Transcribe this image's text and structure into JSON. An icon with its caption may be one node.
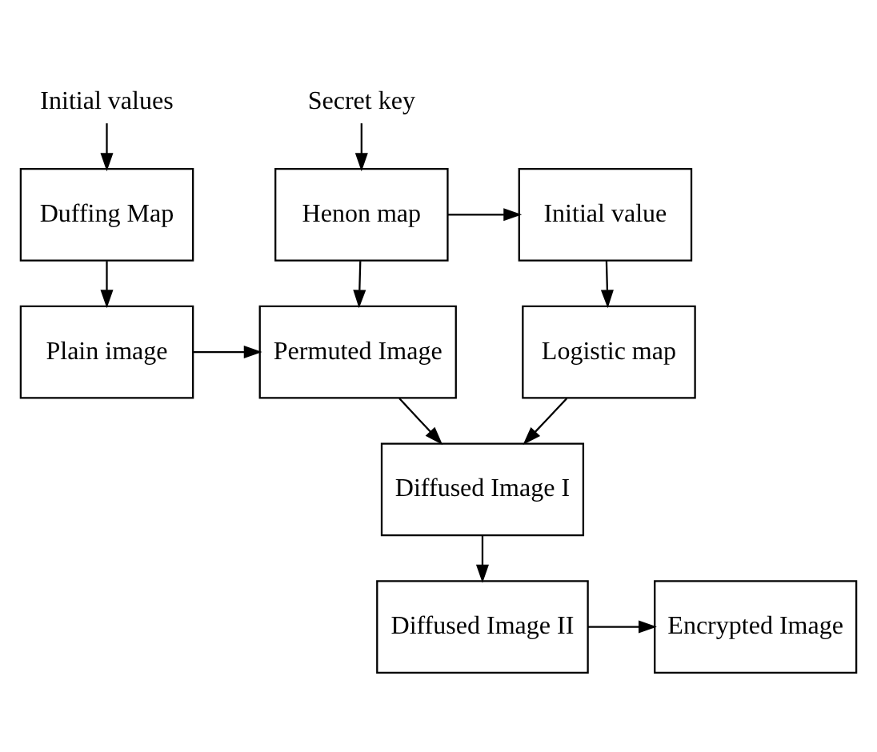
{
  "diagram": {
    "nodes": [
      {
        "text": [
          "Initial values"
        ]
      },
      {
        "text": [
          "Duffing Map"
        ]
      },
      {
        "text": [
          "Plain image"
        ]
      },
      {
        "text": [
          "Secret key"
        ]
      },
      {
        "text": [
          "Henon map"
        ]
      },
      {
        "text": [
          "Initial value"
        ]
      },
      {
        "text": [
          "Logistic map"
        ]
      },
      {
        "text": [
          "Permuted Image"
        ]
      },
      {
        "text": [
          "Diffused Image I"
        ]
      },
      {
        "text": [
          "Diffused Image II"
        ]
      },
      {
        "text": [
          "Encrypted Image"
        ]
      }
    ],
    "edges": [
      {
        "from": 0,
        "to": 1,
        "arrow": "to"
      },
      {
        "from": 1,
        "to": 2,
        "arrow": "to"
      },
      {
        "from": 3,
        "to": 4,
        "arrow": "to"
      },
      {
        "from": 4,
        "to": 5,
        "arrow": "to"
      },
      {
        "from": 5,
        "to": 6,
        "arrow": "to"
      },
      {
        "from": 4,
        "to": 7,
        "arrow": "to"
      },
      {
        "from": 2,
        "to": 7,
        "arrow": "to"
      },
      {
        "from": 6,
        "to": 8,
        "arrow": "to"
      },
      {
        "from": 7,
        "to": 8,
        "arrow": "to"
      },
      {
        "from": 8,
        "to": 9,
        "arrow": "to"
      },
      {
        "from": 9,
        "to": 10,
        "arrow": "to"
      }
    ]
  }
}
